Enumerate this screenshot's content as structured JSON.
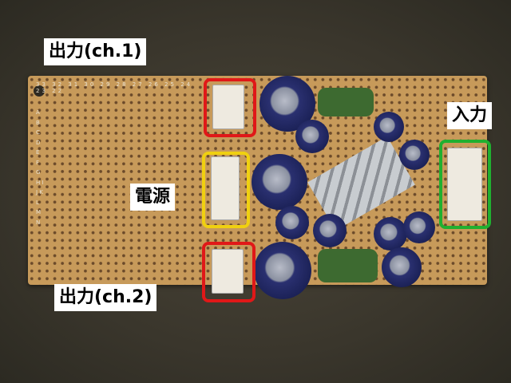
{
  "labels": {
    "output_ch1": "出力(ch.1)",
    "power": "電源",
    "output_ch2": "出力(ch.2)",
    "input": "入力"
  },
  "board_silkscreen": {
    "column_numbers": "33 32 31 30 29 28 27 26 25 24 23 22",
    "row_letters": "A B C D E F G H I J K L M N"
  },
  "colors": {
    "output_box": "#e01818",
    "power_box": "#f0d010",
    "input_box": "#20b030"
  }
}
